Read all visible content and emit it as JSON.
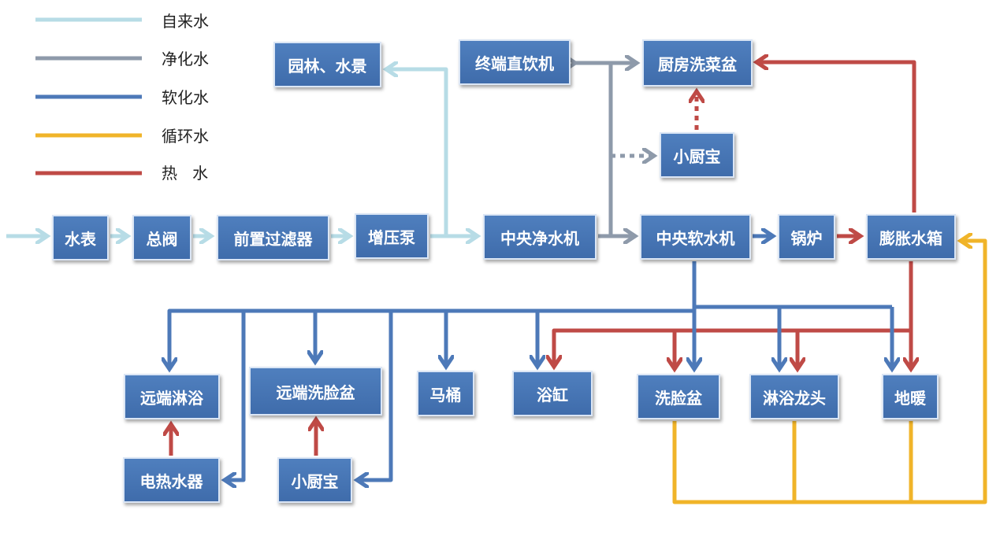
{
  "colors": {
    "tap": "#b7dce6",
    "purified": "#8e9aaa",
    "softened": "#4d79b8",
    "circulating": "#f0b429",
    "hot": "#bf4a46",
    "node_fill": "#4a77b5"
  },
  "legend": [
    {
      "key": "tap",
      "label": "自来水"
    },
    {
      "key": "purified",
      "label": "净化水"
    },
    {
      "key": "softened",
      "label": "软化水"
    },
    {
      "key": "circulating",
      "label": "循环水"
    },
    {
      "key": "hot",
      "label": "热   水"
    }
  ],
  "nodes": {
    "meter": "水表",
    "main_valve": "总阀",
    "pre_filter": "前置过滤器",
    "booster_pump": "增压泵",
    "garden": "园林、水景",
    "central_purifier": "中央净水机",
    "terminal_dispenser": "终端直饮机",
    "kitchen_sink": "厨房洗菜盆",
    "kitchen_heater_top": "小厨宝",
    "central_softener": "中央软水机",
    "boiler": "锅炉",
    "expansion_tank": "膨胀水箱",
    "remote_shower": "远端淋浴",
    "remote_basin": "远端洗脸盆",
    "toilet": "马桶",
    "bathtub": "浴缸",
    "wash_basin": "洗脸盆",
    "shower_head": "淋浴龙头",
    "floor_heating": "地暖",
    "electric_heater": "电热水器",
    "kitchen_heater_bottom": "小厨宝"
  }
}
